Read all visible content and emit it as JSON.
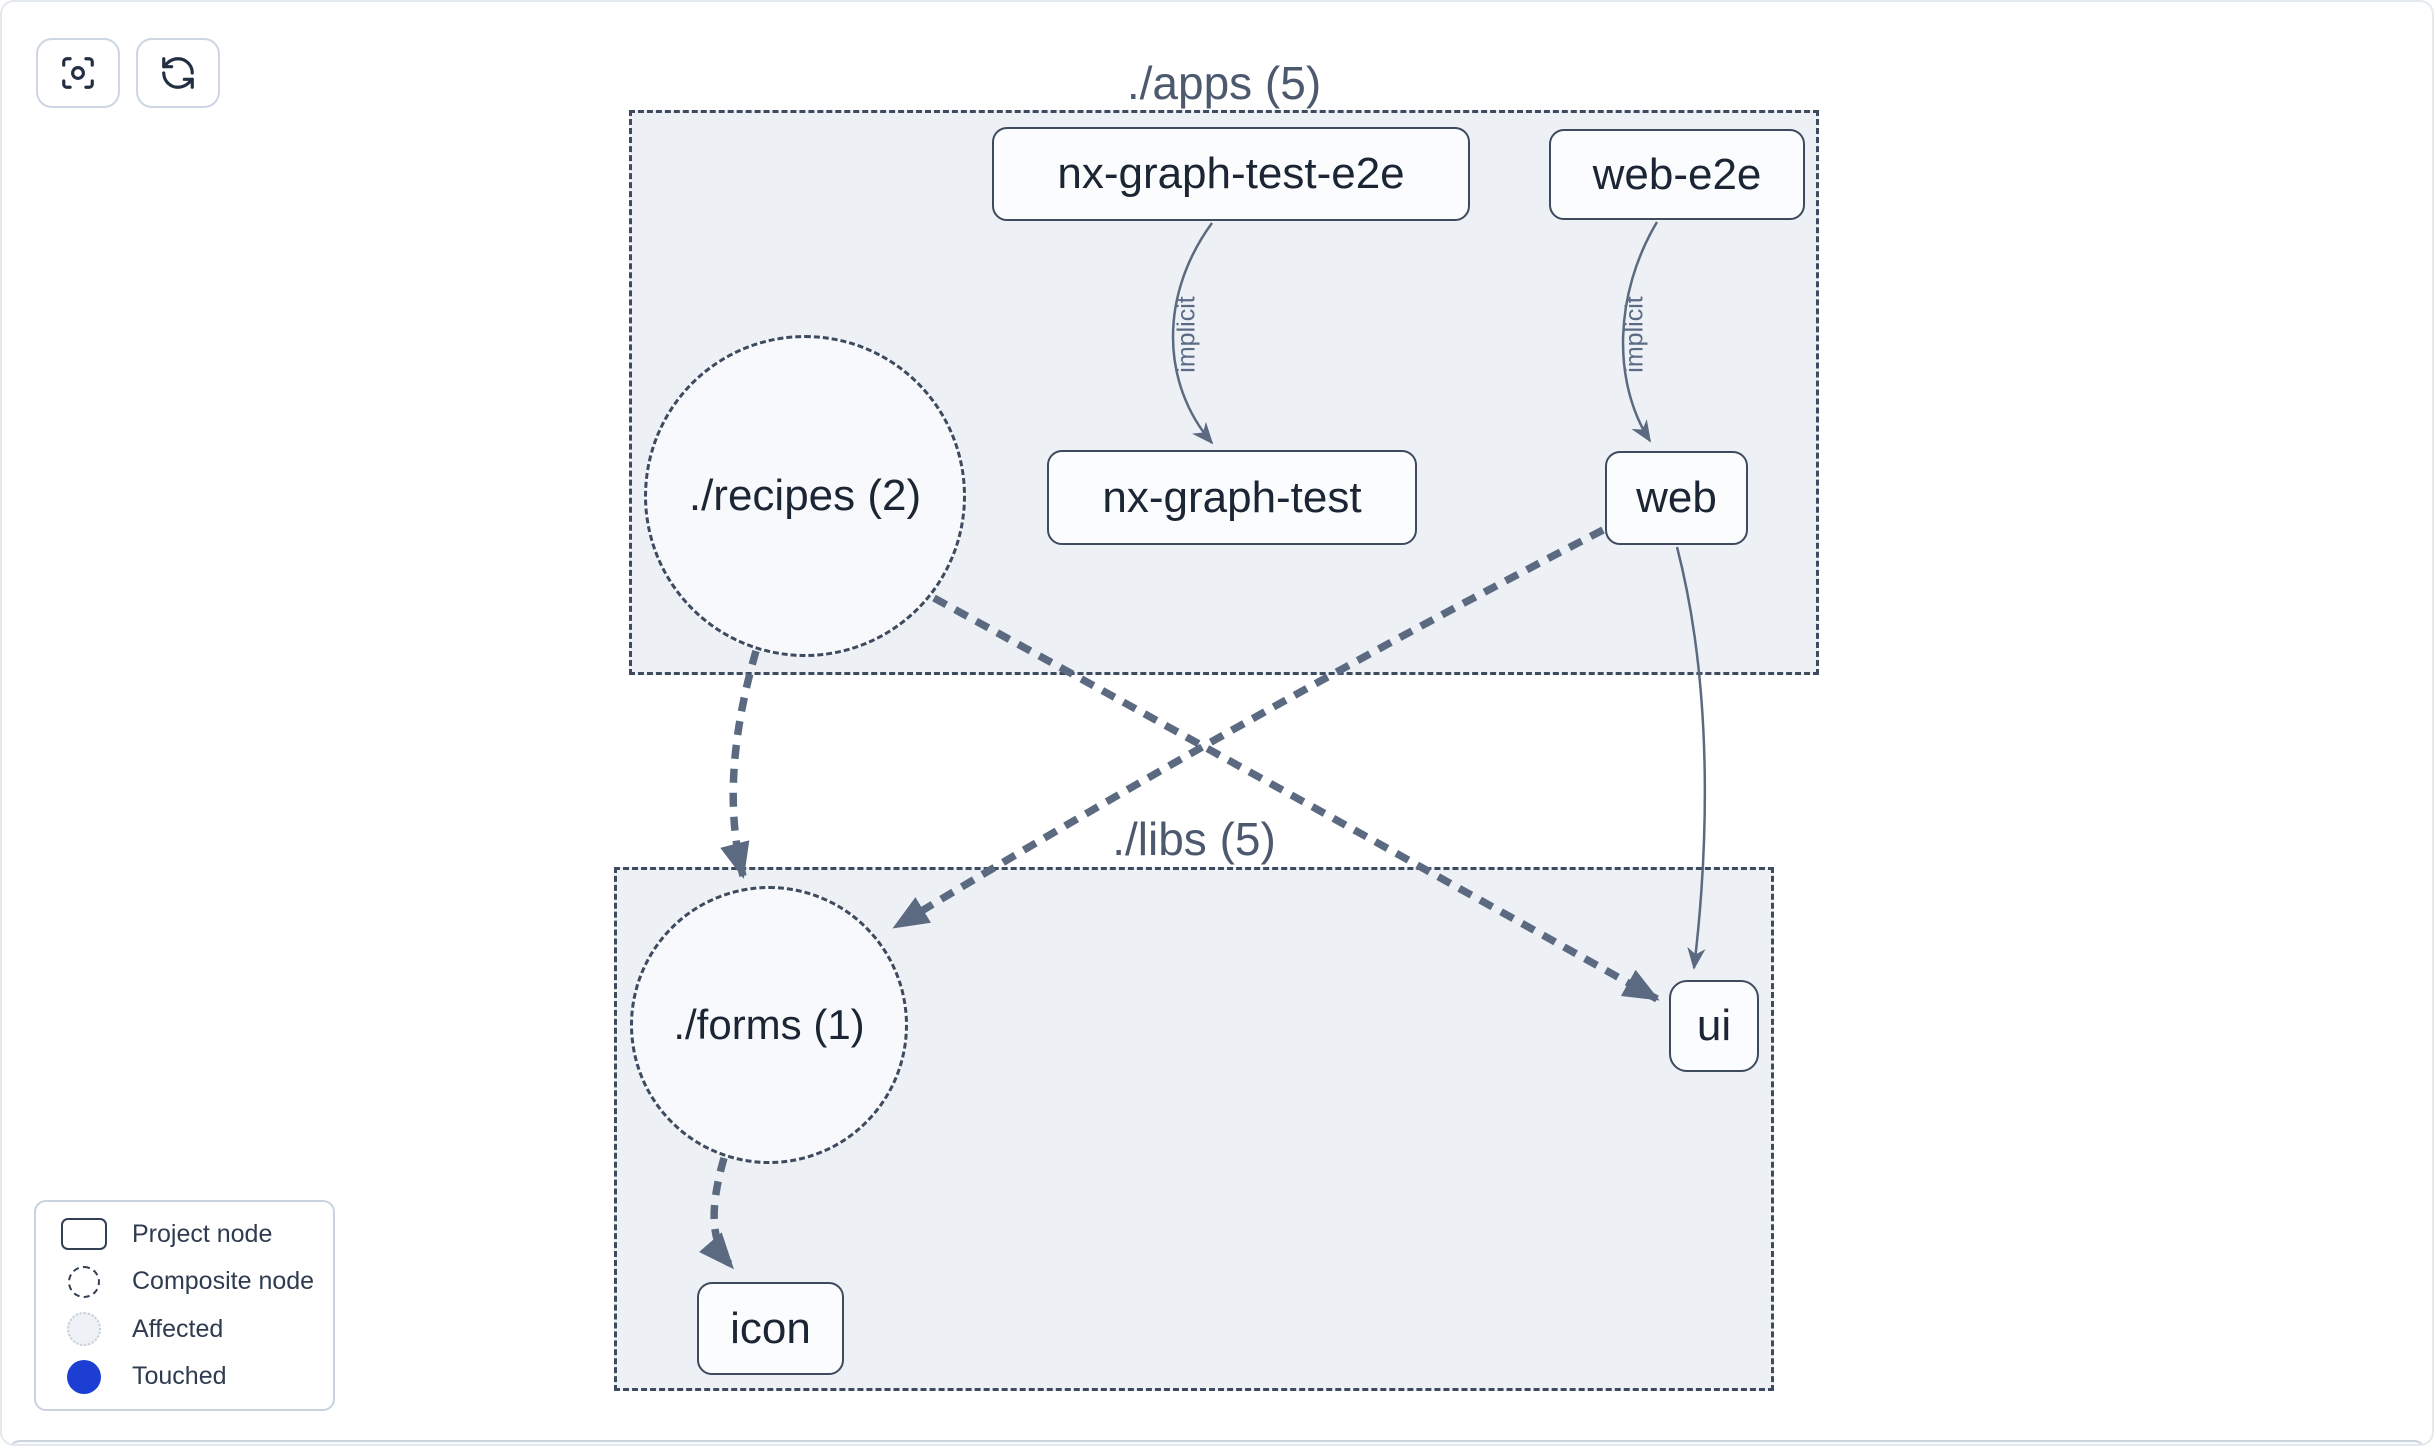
{
  "toolbar": {
    "buttons": [
      {
        "name": "focus",
        "icon": "focus-icon"
      },
      {
        "name": "refresh",
        "icon": "refresh-icon"
      }
    ]
  },
  "graph": {
    "groups": {
      "apps": {
        "label": "./apps (5)"
      },
      "libs": {
        "label": "./libs (5)"
      }
    },
    "nodes": {
      "nx_graph_test_e2e": {
        "label": "nx-graph-test-e2e",
        "type": "project",
        "group": "apps"
      },
      "web_e2e": {
        "label": "web-e2e",
        "type": "project",
        "group": "apps"
      },
      "recipes": {
        "label": "./recipes (2)",
        "type": "composite",
        "group": "apps"
      },
      "nx_graph_test": {
        "label": "nx-graph-test",
        "type": "project",
        "group": "apps"
      },
      "web": {
        "label": "web",
        "type": "project",
        "group": "apps"
      },
      "forms": {
        "label": "./forms (1)",
        "type": "composite",
        "group": "libs"
      },
      "ui": {
        "label": "ui",
        "type": "project",
        "group": "libs"
      },
      "icon": {
        "label": "icon",
        "type": "project",
        "group": "libs"
      }
    },
    "edges": [
      {
        "from": "nx-graph-test-e2e",
        "to": "nx-graph-test",
        "label": "implicit",
        "style": "solid-thin"
      },
      {
        "from": "web-e2e",
        "to": "web",
        "label": "implicit",
        "style": "solid-thin"
      },
      {
        "from": "./recipes (2)",
        "to": "./forms (1)",
        "label": "",
        "style": "thick-dashed"
      },
      {
        "from": "./recipes (2)",
        "to": "ui",
        "label": "",
        "style": "thick-dashed"
      },
      {
        "from": "web",
        "to": "./forms (1)",
        "label": "",
        "style": "thick-dashed"
      },
      {
        "from": "web",
        "to": "ui",
        "label": "",
        "style": "solid-thin"
      },
      {
        "from": "./forms (1)",
        "to": "icon",
        "label": "",
        "style": "thick-dashed"
      }
    ]
  },
  "legend": {
    "items": [
      {
        "symbol": "project-node",
        "label": "Project node"
      },
      {
        "symbol": "composite-node",
        "label": "Composite node"
      },
      {
        "symbol": "affected",
        "label": "Affected"
      },
      {
        "symbol": "touched",
        "label": "Touched"
      }
    ]
  },
  "colors": {
    "edge": "#5b6a80",
    "node_border": "#3e4a5e",
    "node_text": "#1b2533",
    "group_fill": "#edf1f6",
    "group_label": "#4c596e",
    "touched_blue": "#1c3ed3",
    "affected_fill": "#eef1f6"
  }
}
